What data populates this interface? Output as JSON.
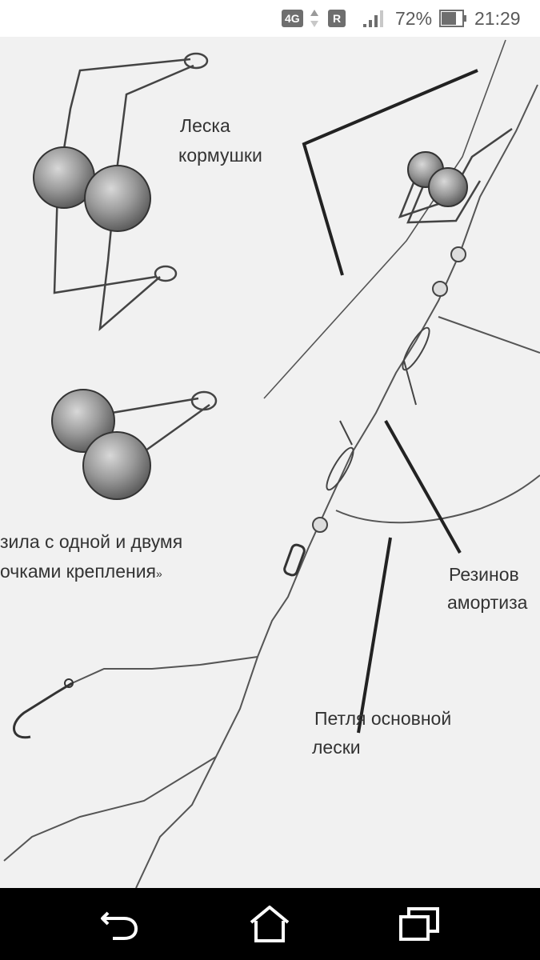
{
  "status_bar": {
    "network_badge": "4G",
    "roaming_badge": "R",
    "battery_percent": "72%",
    "battery_level": 0.72,
    "time": "21:29",
    "icons": [
      "data-arrows-icon",
      "signal-icon",
      "battery-icon"
    ]
  },
  "illustration": {
    "labels": {
      "feeder_line_1": "Леска",
      "feeder_line_2": "кормушки",
      "sinkers_1": "зила с одной и двумя",
      "sinkers_2": "очками крепления",
      "sinkers_2_suffix": "»",
      "rubber_1": "Резинов",
      "rubber_2": "амортиза",
      "loop_1": "Петля основной",
      "loop_2": "лески"
    }
  },
  "nav_bar": {
    "icons": [
      "back-icon",
      "home-icon",
      "recent-apps-icon"
    ]
  },
  "colors": {
    "status_bg": "#ffffff",
    "status_text": "#5a5a5a",
    "content_bg": "#f1f1f1",
    "nav_bg": "#000000",
    "ink": "#333333"
  }
}
